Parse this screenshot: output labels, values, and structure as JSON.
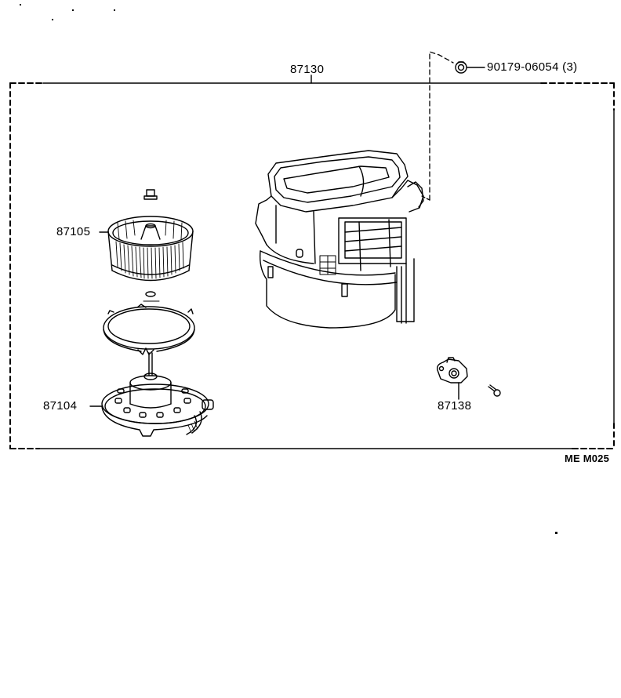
{
  "diagram": {
    "type": "exploded-parts-diagram",
    "assembly": {
      "part_number": "87130",
      "label": "87130"
    },
    "parts": [
      {
        "id": "fastener",
        "part_number": "90179-06054",
        "quantity": "(3)",
        "label": "90179-06054 (3)"
      },
      {
        "id": "fan",
        "part_number": "87105",
        "label": "87105"
      },
      {
        "id": "motor",
        "part_number": "87104",
        "label": "87104"
      },
      {
        "id": "resistor",
        "part_number": "87138",
        "label": "87138"
      }
    ],
    "reference_code": "ME M025",
    "colors": {
      "line": "#000000",
      "background": "#ffffff"
    }
  }
}
